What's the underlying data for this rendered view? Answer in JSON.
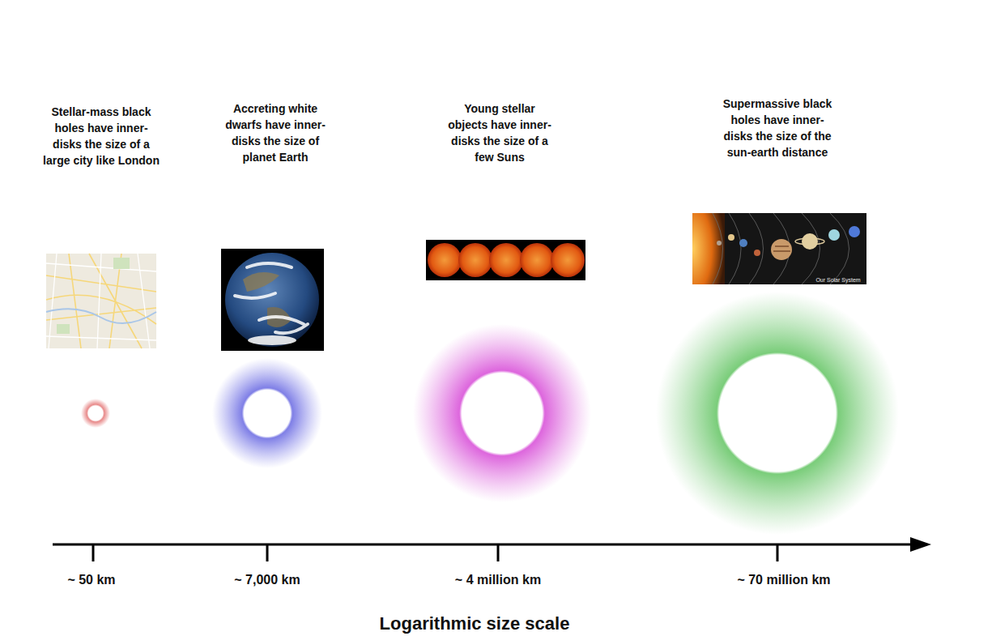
{
  "diagram": {
    "labels": [
      "Stellar-mass black holes have inner-disks the size of a large city like London",
      "Accreting white dwarfs have inner-disks the size of planet Earth",
      "Young stellar objects have inner-disks the size of a few Suns",
      "Supermassive black holes have inner-disks the size of the sun-earth distance",
      "Our Solar System",
      "~ 50 km",
      "~ 7,000 km",
      "~ 4 million km",
      "~ 70 million km",
      "Logarithmic size scale"
    ]
  }
}
